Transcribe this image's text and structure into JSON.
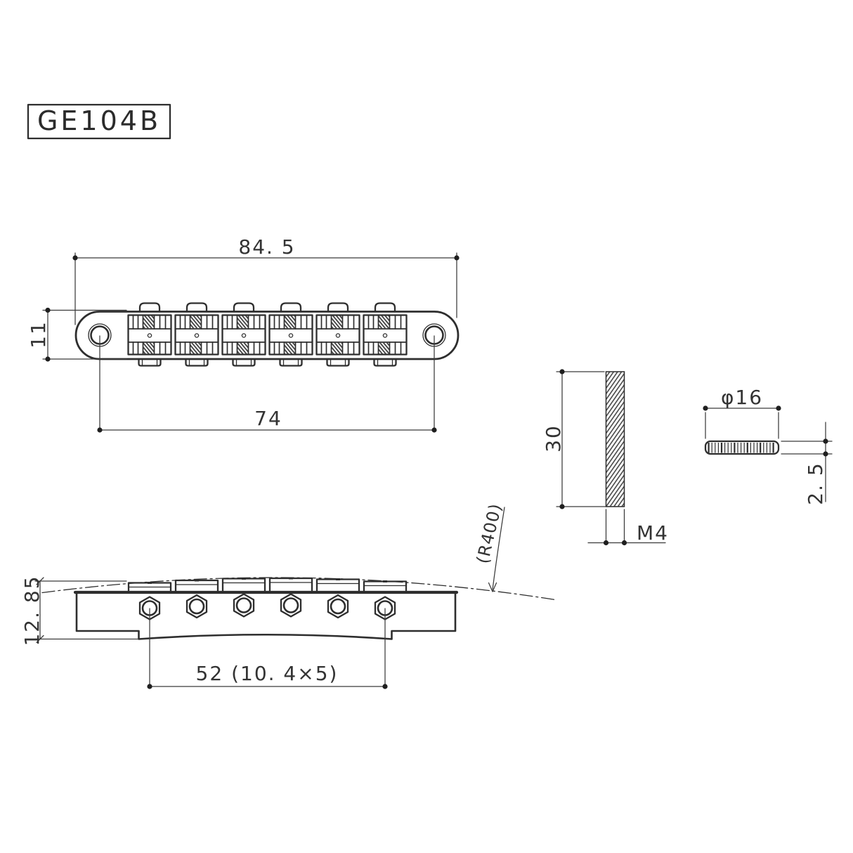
{
  "title_block": {
    "part_number": "GE104B"
  },
  "top_view": {
    "overall_width": "84. 5",
    "body_height": "11",
    "post_spacing": "74"
  },
  "side_view": {
    "overall_height": "12. 85",
    "string_spacing": "52 (10. 4×5)",
    "radius_note": "(R400)"
  },
  "stud": {
    "length": "30",
    "thread": "M4"
  },
  "thumbwheel": {
    "diameter": "φ16",
    "thickness": "2. 5"
  }
}
